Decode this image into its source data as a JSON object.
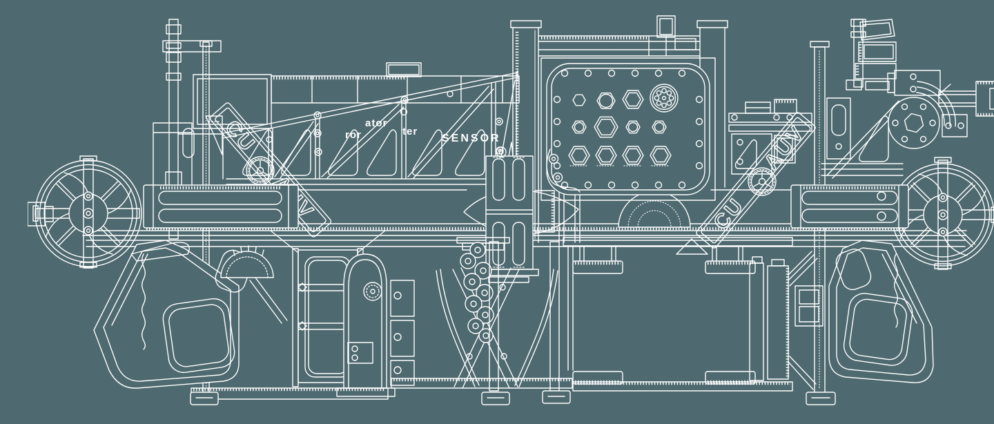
{
  "meta": {
    "description": "White blueprint-style engineering side elevation drawing of the CUAUV autonomous underwater vehicle on a slate-teal background"
  },
  "colors": {
    "background": "#4E696F",
    "line": "#FFFFFF"
  },
  "logos": {
    "left": {
      "prefix": "CU",
      "suffix": "AUV"
    },
    "right": {
      "prefix": "CU",
      "suffix": "AUV"
    },
    "emblem": "gear-propeller-icon"
  },
  "truss_labels": {
    "fragment_top": "ator",
    "fragment_bottom": "ror",
    "fragment_mid": "ter",
    "sensor": "SENSOR"
  }
}
